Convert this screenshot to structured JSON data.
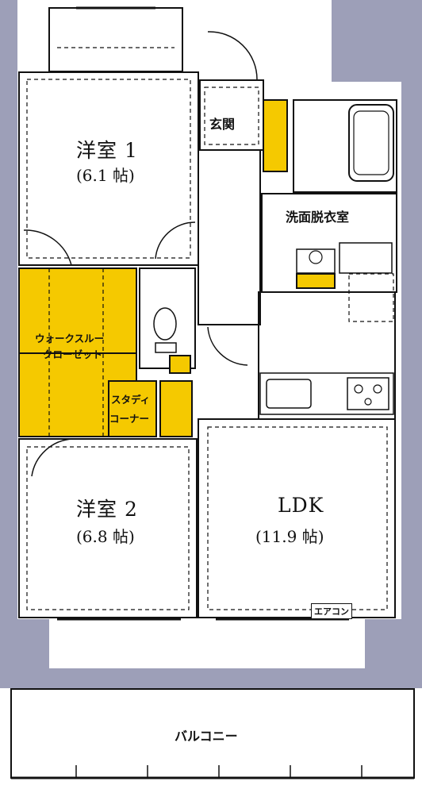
{
  "rooms": {
    "western_room_1": {
      "name": "洋室 1",
      "size": "(6.1 帖)"
    },
    "western_room_2": {
      "name": "洋室 2",
      "size": "(6.8 帖)"
    },
    "ldk": {
      "name": "LDK",
      "size": "(11.9 帖)"
    },
    "entrance": {
      "name": "玄関"
    },
    "washroom": {
      "name": "洗面脱衣室"
    },
    "walk_through_closet": {
      "line1": "ウォークスルー",
      "line2": "クローゼット"
    },
    "study_corner": {
      "line1": "スタディ",
      "line2": "コーナー"
    },
    "balcony": {
      "name": "バルコニー"
    }
  },
  "fixtures": {
    "air_conditioner": "エアコン"
  },
  "colors": {
    "wall": "#9d9fb8",
    "storage": "#f5c900",
    "line": "#111111",
    "floor": "#ffffff"
  }
}
